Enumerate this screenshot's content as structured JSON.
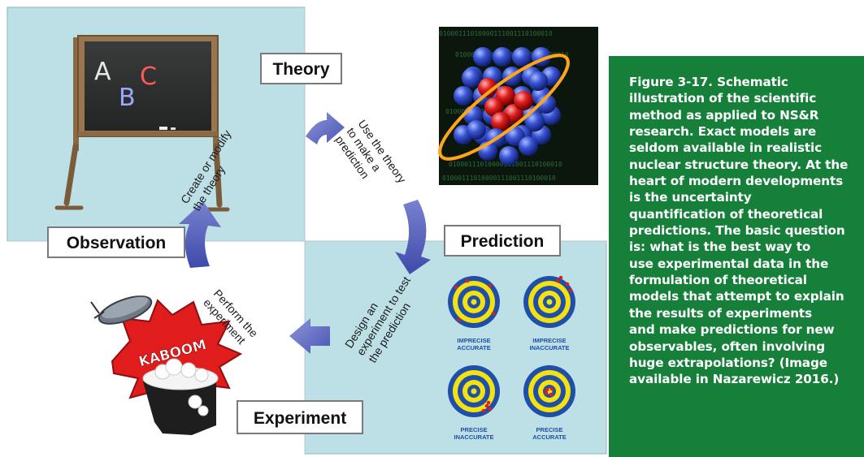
{
  "labels": {
    "theory": "Theory",
    "prediction": "Prediction",
    "experiment": "Experiment",
    "observation": "Observation"
  },
  "arrows": {
    "create": "Create or modify\nthe theory",
    "use": "Use the theory\nto make a\nprediction",
    "design": "Design an\nexperiment to test\nthe prediction",
    "perform": "Perform the\nexperiment"
  },
  "chalkboard": {
    "letters": [
      "A",
      "B",
      "C"
    ],
    "letter_colors": [
      "#e8e8e8",
      "#9aa8ff",
      "#ff5a5a"
    ]
  },
  "kaboom": {
    "text": "KABOOM"
  },
  "targets": [
    {
      "line1": "IMPRECISE",
      "line2": "ACCURATE"
    },
    {
      "line1": "IMPRECISE",
      "line2": "INACCURATE"
    },
    {
      "line1": "PRECISE",
      "line2": "INACCURATE"
    },
    {
      "line1": "PRECISE",
      "line2": "ACCURATE"
    }
  ],
  "nucleus": {
    "binary_text": "01000111010000111001110100010"
  },
  "caption": "Figure 3-17. Schematic\nillustration of the scientific\nmethod as applied to NS&R\nresearch. Exact models are\nseldom available in realistic\nnuclear structure theory. At the\nheart of modern developments\nis the uncertainty\nquantification of theoretical\npredictions. The basic question\nis: what is the best way to\nuse experimental data in the\nformulation of theoretical\nmodels that attempt to explain\nthe results of experiments\nand make predictions for new\nobservables, often involving\nhuge extrapolations? (Image\navailable in Nazarewicz 2016.)",
  "colors": {
    "panel_blue": "#bde0e6",
    "caption_green": "#16803a",
    "arrow_blue": "#5562bd"
  }
}
